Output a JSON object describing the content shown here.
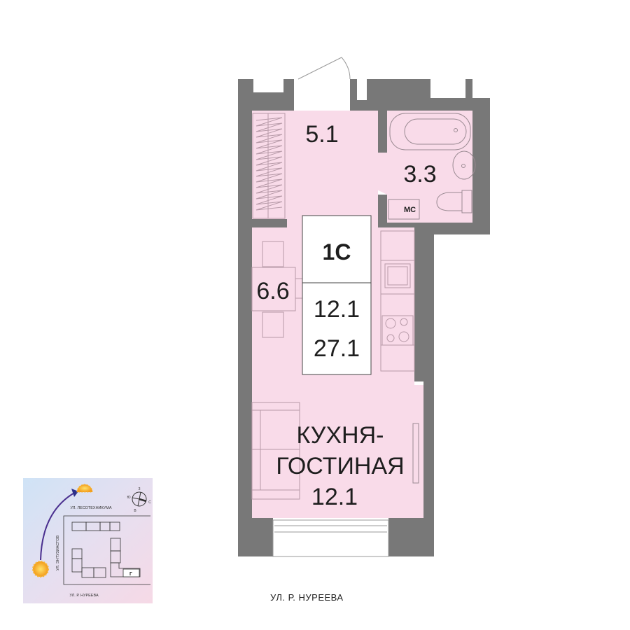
{
  "plan": {
    "apartment_type": "1С",
    "rooms": {
      "hall_area": "5.1",
      "bathroom_area": "3.3",
      "bathroom_shaft_label": "МС",
      "dining_area": "6.6",
      "living_label_line1": "КУХНЯ-",
      "living_label_line2": "ГОСТИНАЯ",
      "living_area": "12.1"
    },
    "summary": {
      "living_area": "12.1",
      "total_area": "27.1"
    },
    "street_label": "УЛ. Р. НУРЕЕВА",
    "colors": {
      "wall": "#787878",
      "room": "#f9dbe9",
      "line": "#9a8a92"
    }
  },
  "site_map": {
    "street_top": "УЛ. ЛЕСОТЕХНИКУМА",
    "street_left": "УЛ. ЭНТУЗИАСТОВ",
    "street_bottom": "УЛ. Р. НУРЕЕВА",
    "section_marker": "Г",
    "compass": {
      "north": "З",
      "west": "Ю",
      "east": "С",
      "south": "В"
    }
  }
}
